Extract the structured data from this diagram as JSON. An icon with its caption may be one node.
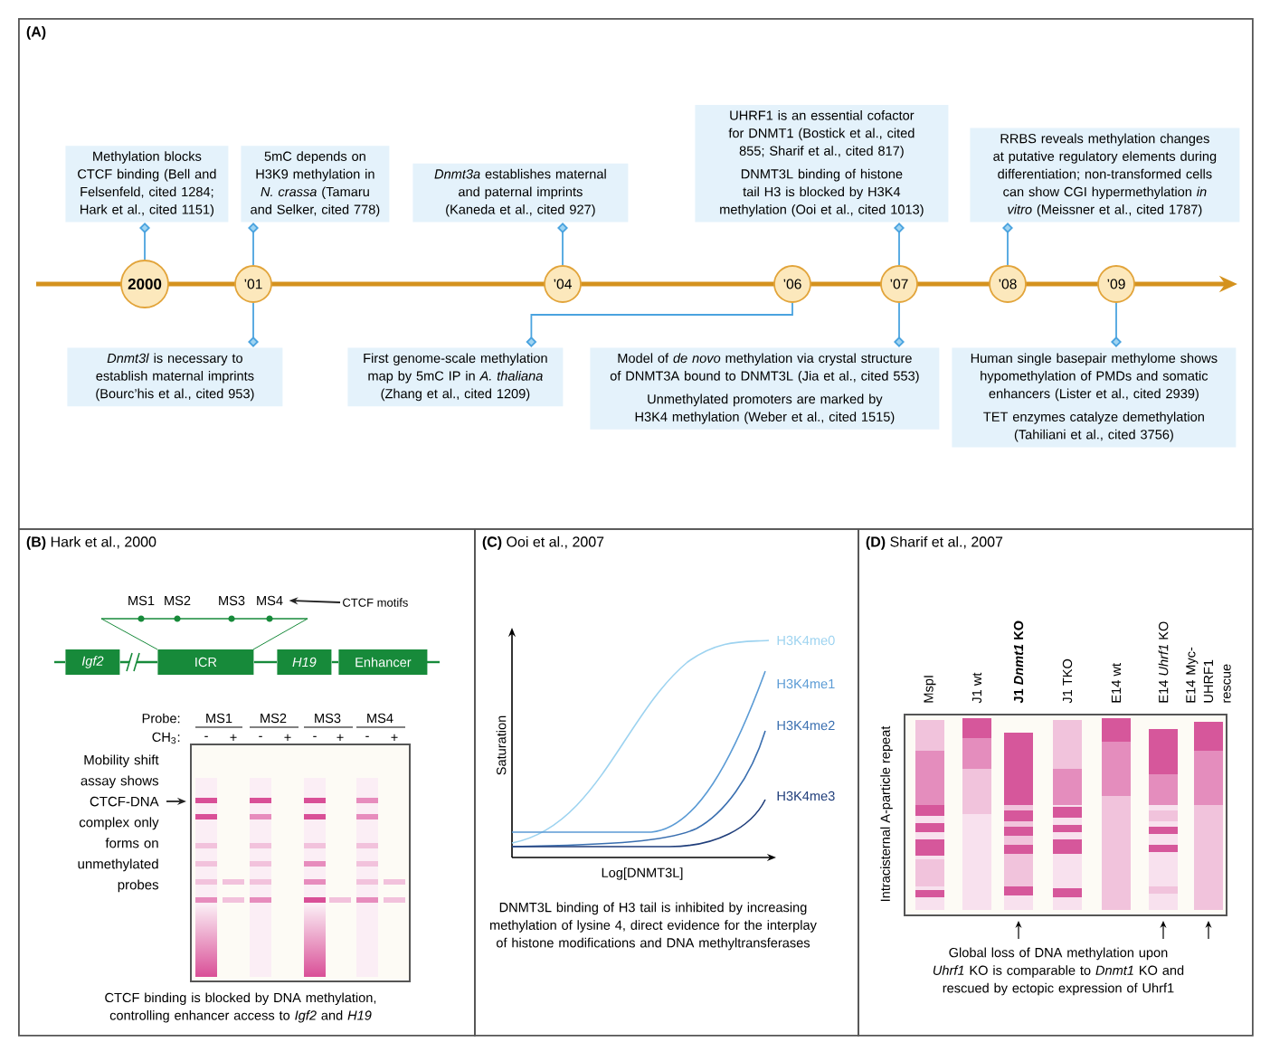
{
  "diagram": {
    "nodes": [
      {
        "text": [
          "(A)"
        ]
      },
      {
        "text": [
          "Methylation blocks CTCF binding (Bell and Felsenfeld, cited 1284; Hark et al., cited 1151)"
        ],
        "in": 0
      },
      {
        "text": [
          "5mC depends on H3K9 methylation in *N. crassa* (Tamaru and Selker, cited 778)"
        ],
        "in": 0
      },
      {
        "text": [
          "*Dnmt3a* establishes maternal and paternal imprints (Kaneda et al., cited 927)"
        ],
        "in": 0
      },
      {
        "text": [
          "UHRF1 is an essential cofactor for DNMT1 (Bostick et al., cited 855; Sharif et al., cited 817)",
          "DNMT3L binding of histone tail H3 is blocked by H3K4 methylation (Ooi et al., cited 1013)"
        ],
        "in": 0
      },
      {
        "text": [
          "RRBS reveals methylation changes at putative regulatory elements during differentiation; non-transformed cells can show CGI hypermethylation *in vitro* (Meissner et al., cited 1787)"
        ],
        "in": 0
      },
      {
        "text": [
          "2000"
        ],
        "in": 0
      },
      {
        "text": [
          "’01"
        ],
        "in": 0
      },
      {
        "text": [
          "’04"
        ],
        "in": 0
      },
      {
        "text": [
          "’06"
        ],
        "in": 0
      },
      {
        "text": [
          "’07"
        ],
        "in": 0
      },
      {
        "text": [
          "’08"
        ],
        "in": 0
      },
      {
        "text": [
          "’09"
        ],
        "in": 0
      },
      {
        "text": [
          "*Dnmt3l* is necessary to establish maternal imprints (Bourc’his et al., cited 953)"
        ],
        "in": 0
      },
      {
        "text": [
          "First genome-scale methylation map by 5mC IP in *A. thaliana* (Zhang et al., cited 1209)"
        ],
        "in": 0
      },
      {
        "text": [
          "Model of *de novo* methylation via crystal structure of DNMT3A bound to DNMT3L (Jia et al., cited 553)",
          "Unmethylated promoters are marked by H3K4 methylation (Weber et al., cited 1515)"
        ],
        "in": 0
      },
      {
        "text": [
          "Human single basepair methylome shows hypomethylation of PMDs and somatic enhancers (Lister et al., cited 2939)",
          "TET enzymes catalyze demethylation (Tahiliani et al., cited 3756)"
        ],
        "in": 0
      },
      {
        "text": [
          "**(B)** Hark et al., 2000"
        ]
      },
      {
        "text": [
          "Igf2"
        ],
        "in": 17
      },
      {
        "text": [
          "ICR"
        ],
        "in": 17
      },
      {
        "text": [
          "H19"
        ],
        "in": 17
      },
      {
        "text": [
          "Enhancer"
        ],
        "in": 17
      },
      {
        "text": [
          "CTCF motifs"
        ],
        "in": 17
      },
      {
        "text": [
          "Mobility shift assay shows CTCF-DNA complex only forms on unmethylated probes"
        ],
        "in": 17
      },
      {
        "text": [],
        "shape": "picture",
        "in": 17
      },
      {
        "text": [
          "**(C)** Ooi et al., 2007"
        ]
      },
      {
        "text": [
          "**(D)** Sharif et al., 2007"
        ]
      },
      {
        "text": [
          "MS4"
        ],
        "in": 17
      }
    ],
    "edges": [
      {
        "from": 6,
        "to": 1,
        "arrow": "other"
      },
      {
        "from": 7,
        "to": 2,
        "arrow": "other"
      },
      {
        "from": 8,
        "to": 3,
        "arrow": "other"
      },
      {
        "from": 10,
        "to": 4,
        "arrow": "other"
      },
      {
        "from": 11,
        "to": 5,
        "arrow": "other"
      },
      {
        "from": 7,
        "to": 13,
        "arrow": "other"
      },
      {
        "from": 9,
        "to": 14,
        "arrow": "other"
      },
      {
        "from": 10,
        "to": 15,
        "arrow": "other"
      },
      {
        "from": 12,
        "to": 16,
        "arrow": "other"
      },
      {
        "from": 22,
        "to": 27,
        "arrow": "to",
        "color": "#222222"
      },
      {
        "from": 23,
        "to": 24,
        "arrow": "to",
        "color": "#222222"
      },
      {
        "from": 18,
        "to": 19,
        "arrow": "none",
        "color": "#178a3a"
      },
      {
        "from": 19,
        "to": 20,
        "arrow": "none",
        "color": "#178a3a"
      },
      {
        "from": 20,
        "to": 21,
        "arrow": "none",
        "color": "#178a3a"
      }
    ],
    "labels": [
      "MS1",
      "MS2",
      "MS3",
      "Probe:",
      "MS1",
      "MS2",
      "MS3",
      "MS4",
      "CH$_{3}$:",
      "-",
      "+",
      "-",
      "+",
      "-",
      "+",
      "-",
      "+",
      "CTCF binding is blocked by DNA methylation, controlling enhancer access to *Igf2* and *H19*",
      "H3K4me0",
      "H3K4me1",
      "H3K4me2",
      "H3K4me3",
      "Saturation",
      "Log[DNMT3L]",
      "DNMT3L binding of H3 tail is inhibited by increasing methylation of lysine 4, direct evidence for the interplay of histone modifications and DNA methyltransferases",
      "MspI",
      "J1 wt",
      "J1 *Dnmt1* KO",
      "J1 TKO",
      "E14 wt",
      "E14 *Uhrf1* KO",
      "E14 Myc-UHRF1 rescue",
      "Intracisternal A-particle repeat",
      "Global loss of DNA methylation upon *Uhrf1* KO is comparable to *Dnmt1* KO and rescued by ectopic expression of Uhrf1"
    ]
  }
}
